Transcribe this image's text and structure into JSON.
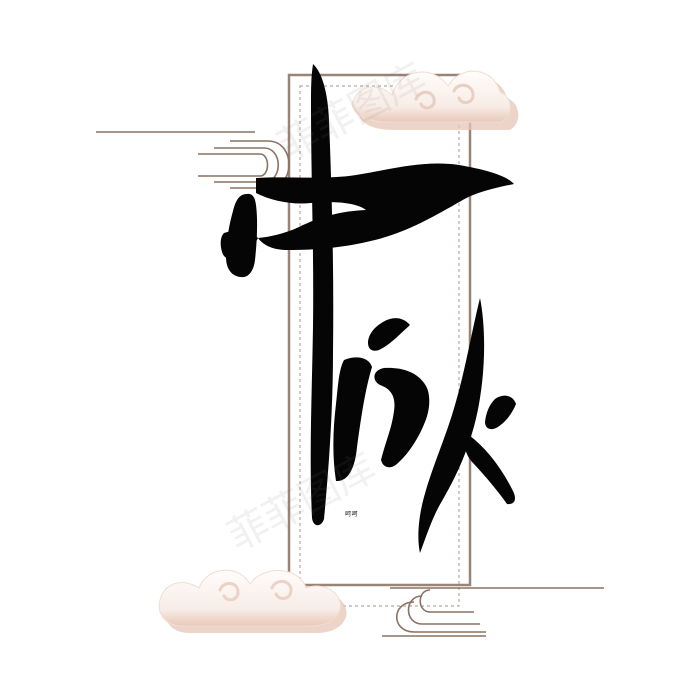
{
  "artwork": {
    "calligraphy_text": "中秋",
    "signature_text": "呵呵",
    "watermark_text": "菲菲图库",
    "colors": {
      "ink": "#050505",
      "frame_line": "#9a8377",
      "frame_dash": "#b9a79d",
      "cloud_fill": "#fffaf6",
      "cloud_shadow": "#e8c9bb",
      "line_tone": "#8a7264"
    }
  }
}
